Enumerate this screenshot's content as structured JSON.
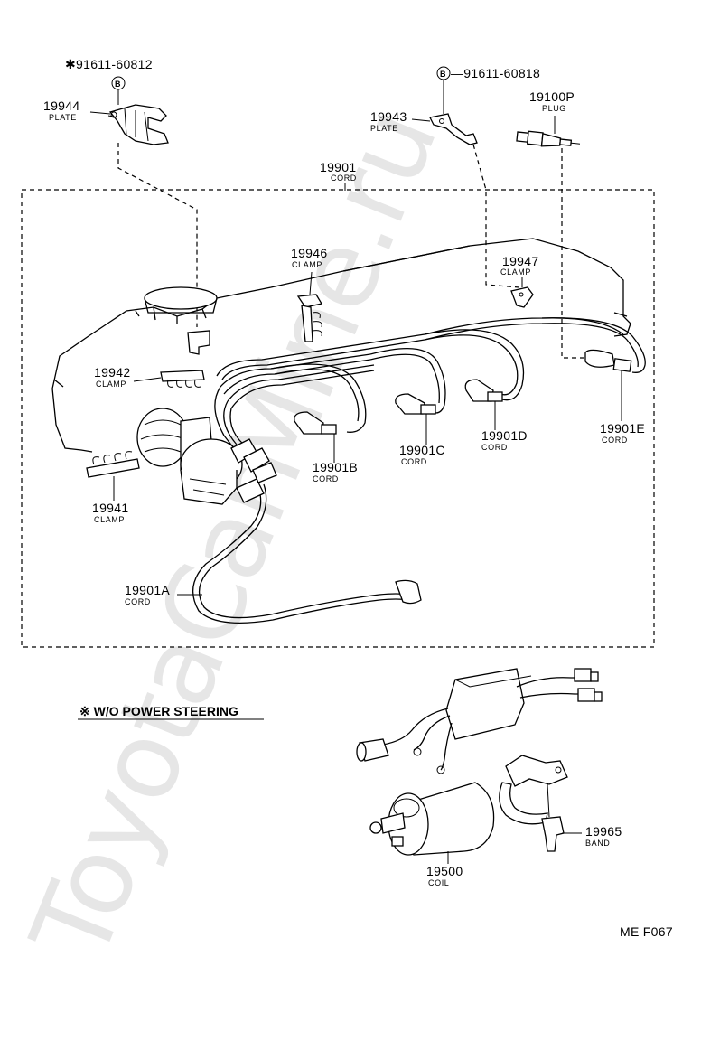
{
  "watermark": "ToyotaCarMine.ru",
  "footer_code": "ME F067",
  "note": "※ W/O POWER STEERING",
  "parts": {
    "p19944": {
      "num": "19944",
      "name": "PLATE",
      "bolt": "✱91611-60812",
      "bolt_mark": "B"
    },
    "p19943": {
      "num": "19943",
      "name": "PLATE",
      "bolt": "—91611-60818",
      "bolt_mark": "B"
    },
    "p19100P": {
      "num": "19100P",
      "name": "PLUG"
    },
    "p19901": {
      "num": "19901",
      "name": "CORD"
    },
    "p19946": {
      "num": "19946",
      "name": "CLAMP"
    },
    "p19947": {
      "num": "19947",
      "name": "CLAMP"
    },
    "p19942": {
      "num": "19942",
      "name": "CLAMP"
    },
    "p19941": {
      "num": "19941",
      "name": "CLAMP"
    },
    "p19901A": {
      "num": "19901A",
      "name": "CORD"
    },
    "p19901B": {
      "num": "19901B",
      "name": "CORD"
    },
    "p19901C": {
      "num": "19901C",
      "name": "CORD"
    },
    "p19901D": {
      "num": "19901D",
      "name": "CORD"
    },
    "p19901E": {
      "num": "19901E",
      "name": "CORD"
    },
    "p19500": {
      "num": "19500",
      "name": "COIL"
    },
    "p19965": {
      "num": "19965",
      "name": "BAND"
    }
  }
}
